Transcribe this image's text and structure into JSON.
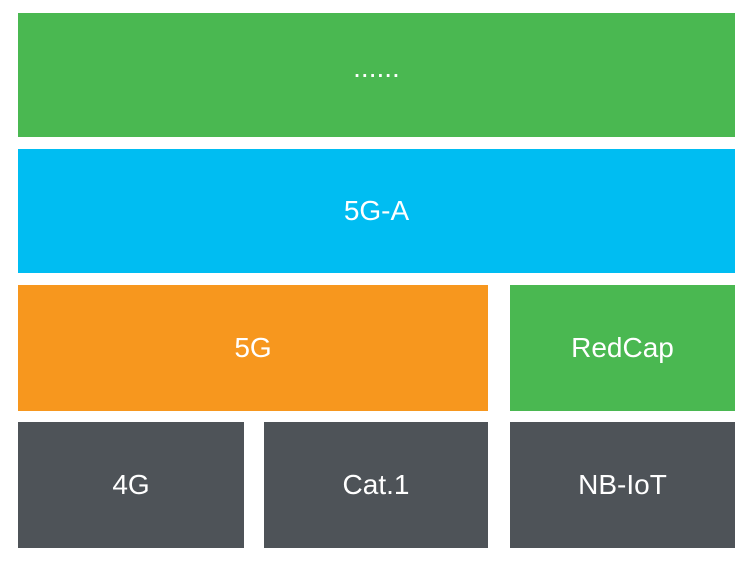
{
  "blocks": {
    "top": {
      "label": "......",
      "color": "#4ab851"
    },
    "five_g_a": {
      "label": "5G-A",
      "color": "#00bdf2"
    },
    "five_g": {
      "label": "5G",
      "color": "#f7971e"
    },
    "redcap": {
      "label": "RedCap",
      "color": "#4ab851"
    },
    "four_g": {
      "label": "4G",
      "color": "#4e5358"
    },
    "cat1": {
      "label": "Cat.1",
      "color": "#4e5358"
    },
    "nbiot": {
      "label": "NB-IoT",
      "color": "#4e5358"
    }
  }
}
